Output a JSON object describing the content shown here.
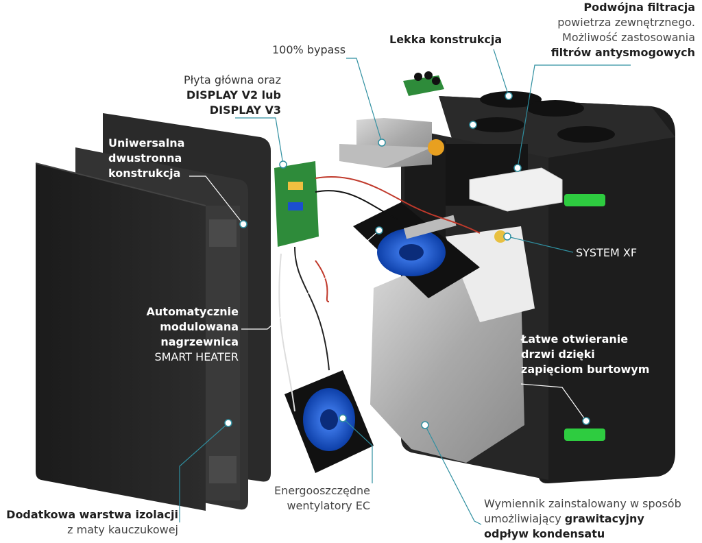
{
  "labels": {
    "bypass": "100% bypass",
    "mainboard_line1": "Płyta główna oraz",
    "mainboard_line2": "DISPLAY V2 lub",
    "mainboard_line3": "DISPLAY V3",
    "lightweight": "Lekka konstrukcja",
    "filtration_line1": "Podwójna filtracja",
    "filtration_line2": "powietrza zewnętrznego.",
    "filtration_line3": "Możliwość zastosowania",
    "filtration_line4": "filtrów antysmogowych",
    "universal_line1": "Uniwersalna",
    "universal_line2": "dwustronna",
    "universal_line3": "konstrukcja",
    "heater_line1": "Automatycznie",
    "heater_line2": "modulowana",
    "heater_line3": "nagrzewnica",
    "heater_line4": "SMART HEATER",
    "system_xf": "SYSTEM XF",
    "door_line1": "Łatwe otwieranie",
    "door_line2": "drzwi dzięki",
    "door_line3": "zapięciom burtowym",
    "fans_line1": "Energooszczędne",
    "fans_line2": "wentylatory EC",
    "exchanger_line1": "Wymiennik zainstalowany w sposób",
    "exchanger_line2a": "umożliwiający ",
    "exchanger_line2b": "grawitacyjny",
    "exchanger_line3": "odpływ kondensatu",
    "insulation_line1": "Dodatkowa warstwa izolacji",
    "insulation_line2": "z maty kauczukowej"
  },
  "colors": {
    "leader_line": "#2f8fa0",
    "housing": "#222222",
    "clip_green": "#2ecc40",
    "fan_blue": "#1e5fd8",
    "pcb_green": "#2e8b3a"
  }
}
